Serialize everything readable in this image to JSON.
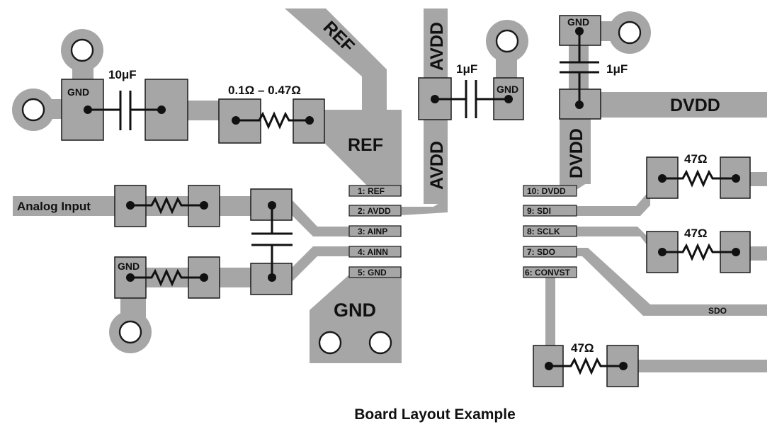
{
  "caption": "Board Layout Example",
  "colors": {
    "trace": "#a6a6a6",
    "outline": "#1a1a1a",
    "background": "#ffffff"
  },
  "trace_labels": {
    "ref_diag": "REF",
    "ref_pour": "REF",
    "avdd_top": "AVDD",
    "avdd_bottom": "AVDD",
    "dvdd_right": "DVDD",
    "dvdd_vertical": "DVDD",
    "gnd_pour": "GND",
    "analog_input": "Analog Input",
    "sdo": "SDO"
  },
  "components": {
    "cap_10uF": "10μF",
    "res_ref": "0.1Ω – 0.47Ω",
    "cap_avdd": "1μF",
    "cap_dvdd": "1μF",
    "res_sdi": "47Ω",
    "res_sclk": "47Ω",
    "res_convst": "47Ω"
  },
  "pad_labels": {
    "gnd_left": "GND",
    "gnd_ainn": "GND",
    "gnd_avdd_cap": "GND",
    "gnd_dvdd_cap": "GND"
  },
  "pins_left": [
    "1: REF",
    "2: AVDD",
    "3: AINP",
    "4: AINN",
    "5: GND"
  ],
  "pins_right": [
    "10: DVDD",
    "9: SDI",
    "8: SCLK",
    "7: SDO",
    "6: CONVST"
  ]
}
